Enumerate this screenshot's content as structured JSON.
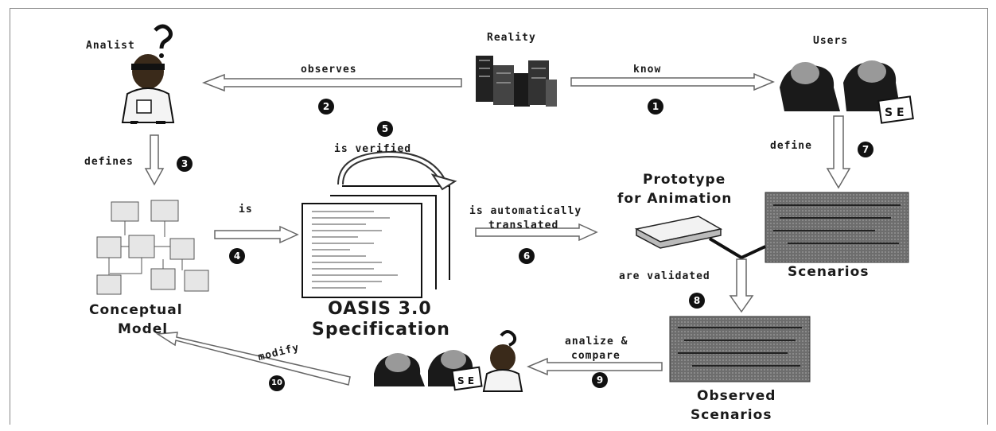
{
  "actors": {
    "analist": "Analist",
    "reality": "Reality",
    "users": "Users"
  },
  "relations": {
    "observes": "observes",
    "know": "know",
    "defines": "defines",
    "define": "define",
    "is": "is",
    "is_verified": "is verified",
    "is_automatically": "is automatically",
    "translated": "translated",
    "are_validated": "are validated",
    "analize_compare_1": "analize &",
    "analize_compare_2": "compare",
    "modify": "modify"
  },
  "nodes": {
    "conceptual_model_1": "Conceptual",
    "conceptual_model_2": "Model",
    "oasis_1": "OASIS 3.0",
    "oasis_2": "Specification",
    "prototype_1": "Prototype",
    "prototype_2": "for Animation",
    "scenarios": "Scenarios",
    "observed_1": "Observed",
    "observed_2": "Scenarios"
  },
  "steps": {
    "s1": "1",
    "s2": "2",
    "s3": "3",
    "s4": "4",
    "s5": "5",
    "s6": "6",
    "s7": "7",
    "s8": "8",
    "s9": "9",
    "s10": "10"
  }
}
